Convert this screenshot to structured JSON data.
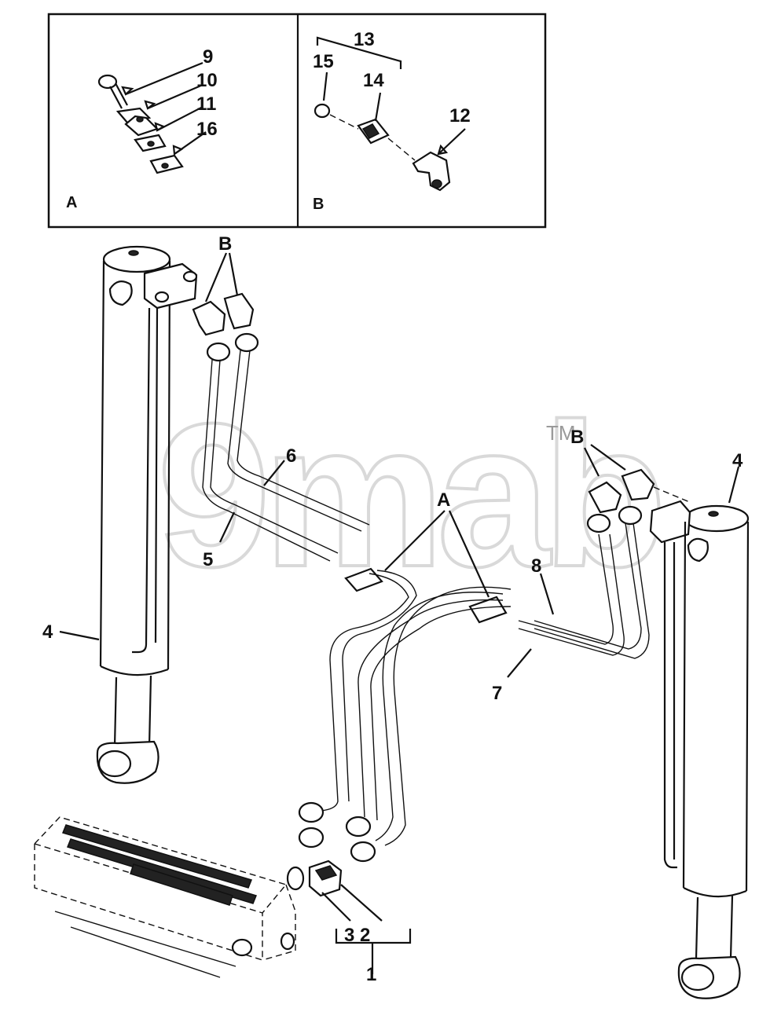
{
  "diagram": {
    "watermark": "9mab",
    "trademark": "TM",
    "panels": [
      {
        "letter": "A",
        "callouts": [
          "9",
          "10",
          "11",
          "16"
        ]
      },
      {
        "letter": "B",
        "callouts": [
          "13",
          "15",
          "14",
          "12"
        ]
      }
    ],
    "callouts": {
      "n1": "1",
      "n2": "2",
      "n3": "3",
      "n4_left": "4",
      "n4_right": "4",
      "n5": "5",
      "n6": "6",
      "n7": "7",
      "n8": "8",
      "bracket_3_2": "3  2"
    },
    "detail_refs": {
      "b_left": "B",
      "b_right": "B",
      "a_center": "A"
    }
  }
}
